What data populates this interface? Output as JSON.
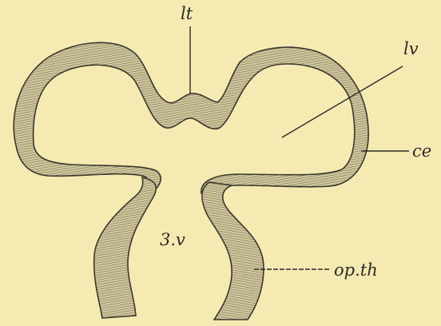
{
  "figure": {
    "colors": {
      "background": "#f6eab3",
      "ink": "#2b2a24",
      "tissue": "#c9bf93"
    },
    "labels": {
      "lt": "lt",
      "lv": "lv",
      "ce": "ce",
      "third_ventricle": "3.v",
      "op_th": "op.th"
    }
  }
}
